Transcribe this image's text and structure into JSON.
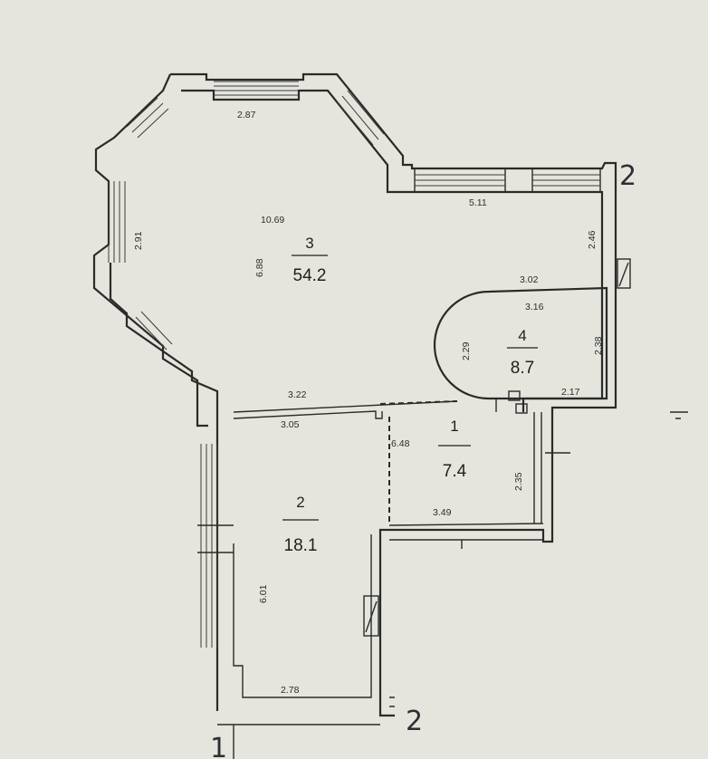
{
  "rooms": [
    {
      "number": "3",
      "area": "54.2"
    },
    {
      "number": "4",
      "area": "8.7"
    },
    {
      "number": "1",
      "area": "7.4"
    },
    {
      "number": "2",
      "area": "18.1"
    }
  ],
  "dimensions": {
    "room3_top": "2.87",
    "room3_diagonal": "10.69",
    "room3_left": "2.91",
    "room3_height": "6.88",
    "top_right": "5.11",
    "right_upper": "2.46",
    "room4_top_outer": "3.02",
    "room4_top_inner": "3.16",
    "room4_left": "2.29",
    "room4_right": "2.38",
    "room4_bottom": "2.17",
    "room2_top_outer": "3.22",
    "room2_top_inner": "3.05",
    "room1_left": "6.48",
    "room1_bottom": "3.49",
    "room1_right": "2.35",
    "room2_height": "6.01",
    "room2_bottom": "2.78"
  },
  "section_marks": {
    "top_right": "2",
    "bottom_right": "2",
    "bottom_left": "1"
  }
}
